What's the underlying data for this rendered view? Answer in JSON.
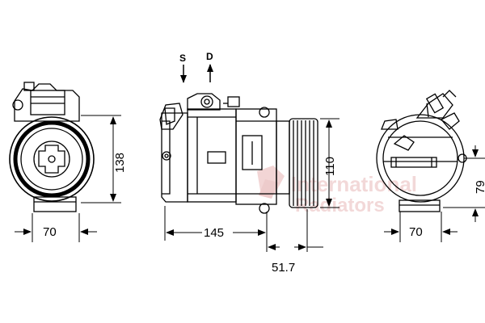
{
  "labels": {
    "suction": "S",
    "discharge": "D"
  },
  "dimensions": {
    "left_height": "138",
    "left_width": "70",
    "middle_length": "145",
    "middle_height": "110",
    "pulley_width": "51.7",
    "right_width": "70",
    "right_height": "79"
  },
  "watermark": {
    "line1": "International",
    "line2": "Radiators"
  },
  "colors": {
    "line": "#000000",
    "watermark": "#e9b9b9"
  }
}
